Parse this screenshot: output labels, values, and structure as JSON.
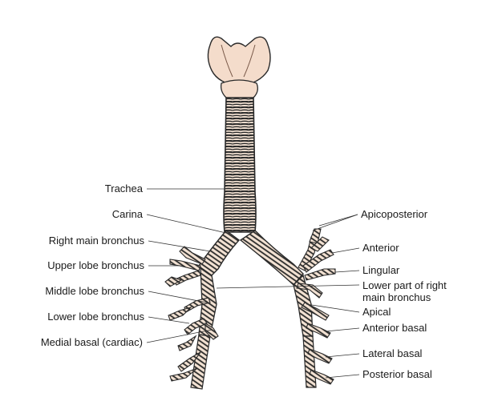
{
  "labels_left": {
    "trachea": "Trachea",
    "carina": "Carina",
    "right_main_bronchus": "Right main bronchus",
    "upper_lobe_bronchus": "Upper lobe bronchus",
    "middle_lobe_bronchus": "Middle lobe bronchus",
    "lower_lobe_bronchus": "Lower lobe bronchus",
    "medial_basal": "Medial basal (cardiac)"
  },
  "labels_right": {
    "apicoposterior": "Apicoposterior",
    "anterior": "Anterior",
    "lingular": "Lingular",
    "lower_part_line1": "Lower part of right",
    "lower_part_line2": "main bronchus",
    "apical": "Apical",
    "anterior_basal": "Anterior basal",
    "lateral_basal": "Lateral basal",
    "posterior_basal": "Posterior basal"
  },
  "colors": {
    "larynx": "#f4dccb",
    "cartilage": "#f2e1d2",
    "outline": "#2a2a2a",
    "leader": "#333333"
  }
}
